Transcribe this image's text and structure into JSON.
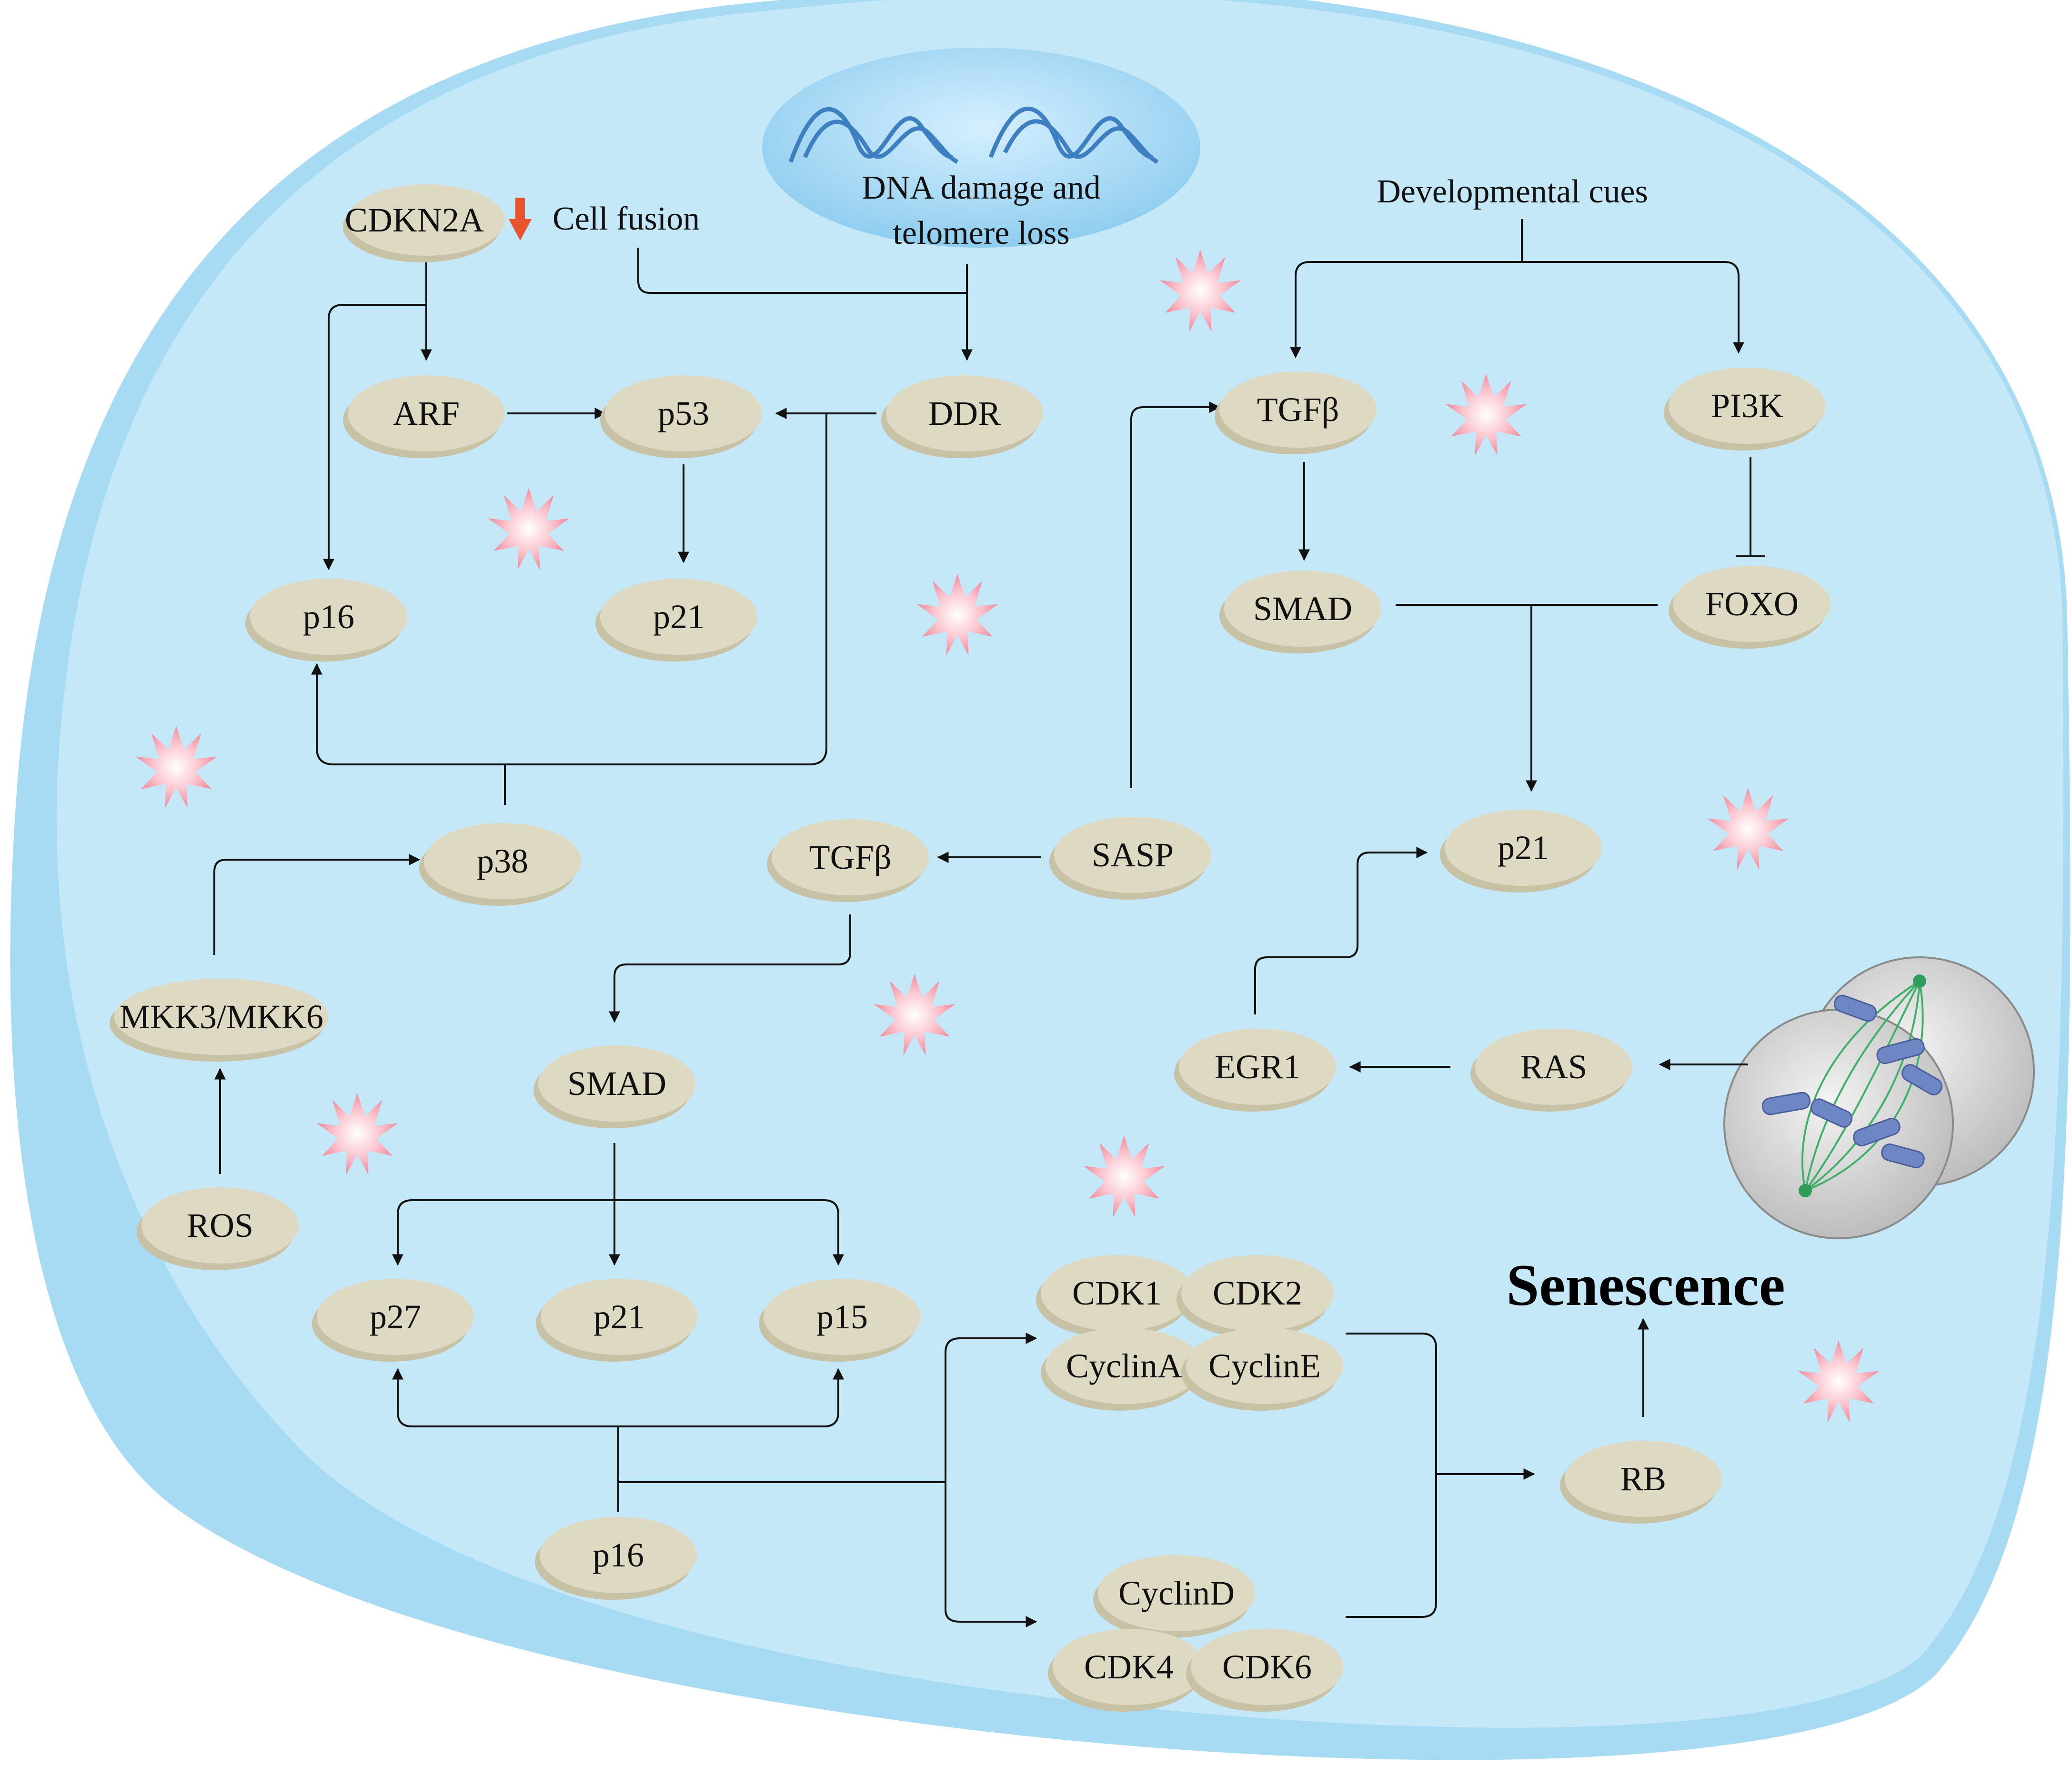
{
  "colors": {
    "cell_fill": "#c4e8f8",
    "cell_shade": "#a7daf3",
    "node_fill": "#ded9c3",
    "node_shadow": "#c7c1a6",
    "arrow_accent": "#e8542d",
    "sparkle": "#f7a9b5",
    "dna": "#3d7fc1"
  },
  "labels": {
    "dna_damage_line1": "DNA damage and",
    "dna_damage_line2": "telomere loss",
    "cell_fusion": "Cell fusion",
    "developmental_cues": "Developmental cues",
    "senescence": "Senescence"
  },
  "nodes": {
    "cdkn2a": "CDKN2A",
    "arf": "ARF",
    "p53": "p53",
    "ddr": "DDR",
    "p16_top": "p16",
    "p21_top": "p21",
    "p38": "p38",
    "mkk": "MKK3/MKK6",
    "ros": "ROS",
    "tgfb_top": "TGFβ",
    "pi3k": "PI3K",
    "smad_top": "SMAD",
    "foxo": "FOXO",
    "p21_right": "p21",
    "sasp": "SASP",
    "tgfb_mid": "TGFβ",
    "smad_mid": "SMAD",
    "p27": "p27",
    "p21_bottom": "p21",
    "p15": "p15",
    "p16_bottom": "p16",
    "egr1": "EGR1",
    "ras": "RAS",
    "cdk1": "CDK1",
    "cdk2": "CDK2",
    "cyclina": "CyclinA",
    "cycline": "CyclinE",
    "cyclind": "CyclinD",
    "cdk4": "CDK4",
    "cdk6": "CDK6",
    "rb": "RB"
  }
}
